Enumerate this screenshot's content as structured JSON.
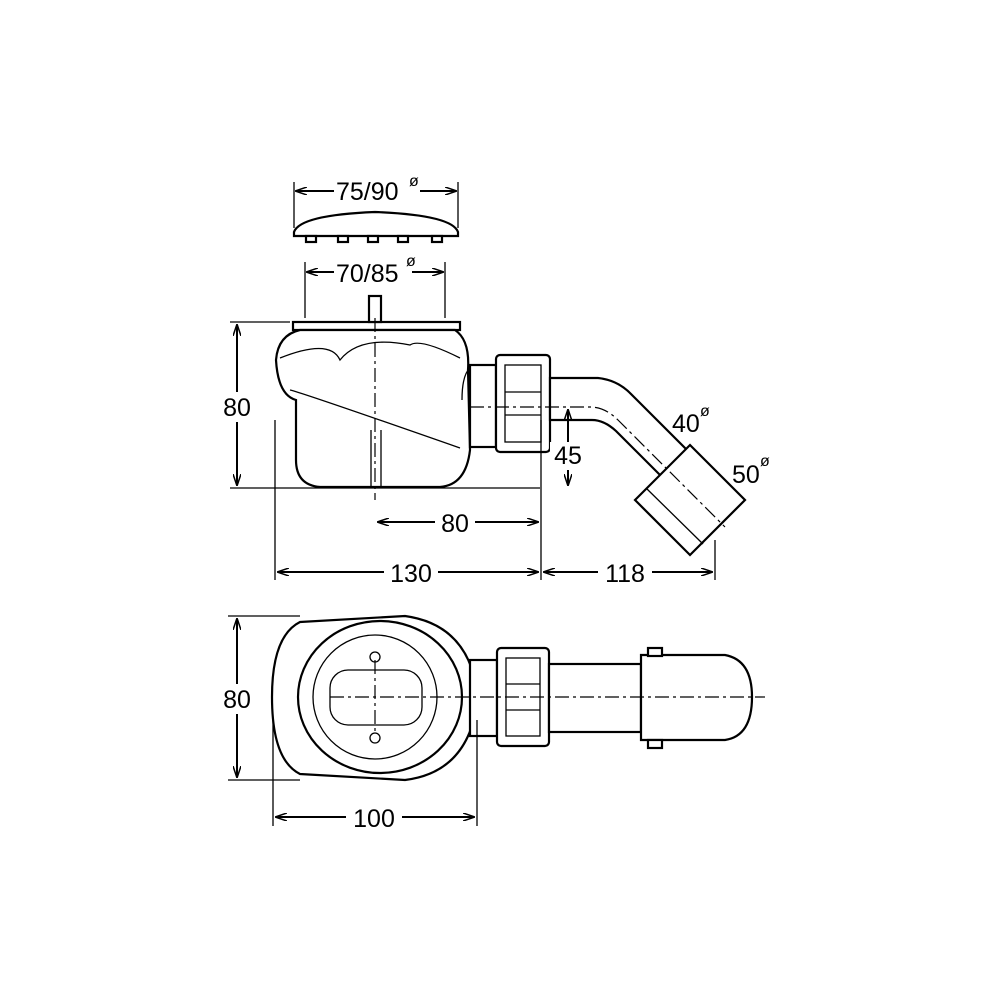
{
  "side_view": {
    "cover_diameter": {
      "value": "75/90",
      "symbol": "ø"
    },
    "grate_diameter": {
      "value": "70/85",
      "symbol": "ø"
    },
    "height": "80",
    "outlet_height": "45",
    "center_to_outlet": "80",
    "body_length": "130",
    "outlet_length": "118",
    "pipe_diameter_inner": {
      "value": "40",
      "symbol": "ø"
    },
    "pipe_diameter_outer": {
      "value": "50",
      "symbol": "ø"
    }
  },
  "top_view": {
    "width": "80",
    "body_diameter": "100"
  }
}
